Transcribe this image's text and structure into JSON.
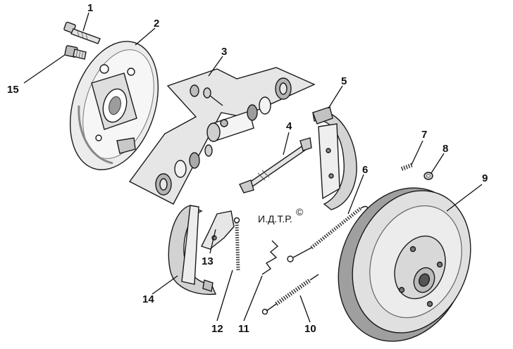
{
  "callouts": [
    "1",
    "2",
    "3",
    "4",
    "5",
    "6",
    "7",
    "8",
    "9",
    "10",
    "11",
    "12",
    "13",
    "14",
    "15"
  ],
  "watermark": "И.Д.Т.Р.",
  "watermark_mark": "©",
  "colors": {
    "ink": "#1a1a1a",
    "panel": "#e8e8e8",
    "shoe": "#d4d4d4",
    "drum": "#dcdcdc",
    "shadow": "#9a9a9a"
  }
}
